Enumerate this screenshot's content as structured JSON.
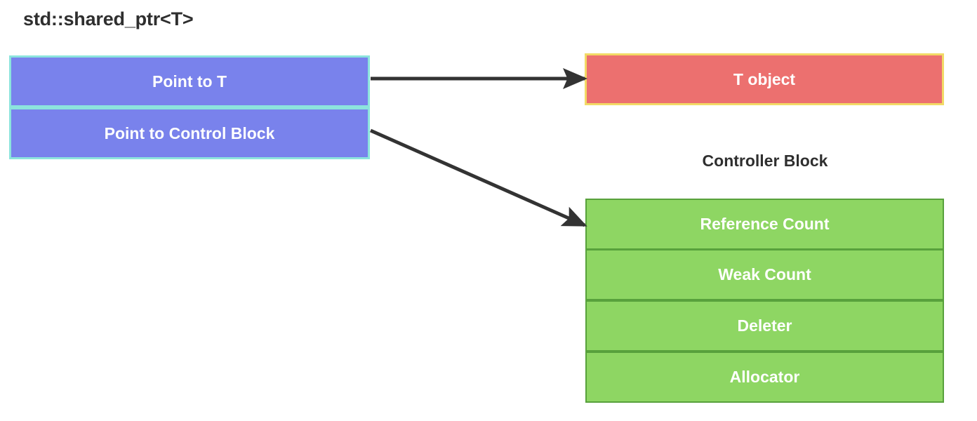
{
  "diagram": {
    "title": "std::shared_ptr<T>",
    "shared_ptr": {
      "label": "std::shared_ptr<T>",
      "fill_color": "#7982EC",
      "border_color": "#8CE4DD",
      "rows": [
        {
          "label": "Point to T"
        },
        {
          "label": "Point to Control Block"
        }
      ]
    },
    "t_object": {
      "label": "T object",
      "fill_color": "#EC706F",
      "border_color": "#F2DA66"
    },
    "controller_block": {
      "label": "Controller Block",
      "fill_color": "#8ED663",
      "border_color": "#58A13C",
      "rows": [
        {
          "label": "Reference Count"
        },
        {
          "label": "Weak Count"
        },
        {
          "label": "Deleter"
        },
        {
          "label": "Allocator"
        }
      ]
    },
    "arrows": [
      {
        "name": "arrow-point-to-t",
        "from": "Point to T",
        "to": "T object",
        "color": "#333333"
      },
      {
        "name": "arrow-point-to-control-block",
        "from": "Point to Control Block",
        "to": "Reference Count",
        "color": "#333333"
      }
    ],
    "text_color": "#2F2F2F",
    "label_color": "#FFFFFF",
    "background_color": "#FFFFFF"
  }
}
